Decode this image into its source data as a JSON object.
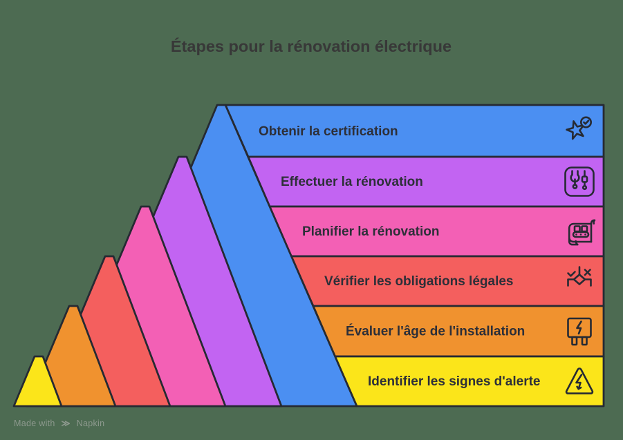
{
  "title": "Étapes pour la rénovation électrique",
  "levels": [
    {
      "label": "Obtenir la certification",
      "color": "#4b8ff2",
      "icon": "star-check-icon"
    },
    {
      "label": "Effectuer la rénovation",
      "color": "#c264f2",
      "icon": "tools-icon"
    },
    {
      "label": "Planifier la rénovation",
      "color": "#f360b5",
      "icon": "blueprint-scroll-icon"
    },
    {
      "label": "Vérifier les obligations légales",
      "color": "#f45f5e",
      "icon": "decision-check-x-icon"
    },
    {
      "label": "Évaluer l'âge de l'installation",
      "color": "#f0922f",
      "icon": "plug-voltage-icon"
    },
    {
      "label": "Identifier les signes d'alerte",
      "color": "#fbe51a",
      "icon": "warning-bolt-icon"
    }
  ],
  "watermark": {
    "prefix": "Made with",
    "logo_glyph": "≫",
    "brand": "Napkin"
  },
  "colors": {
    "background": "#4d6b52",
    "outline": "#262a33",
    "label_text": "#2d2f38",
    "title_text": "#383838",
    "watermark": "#8d998e"
  }
}
